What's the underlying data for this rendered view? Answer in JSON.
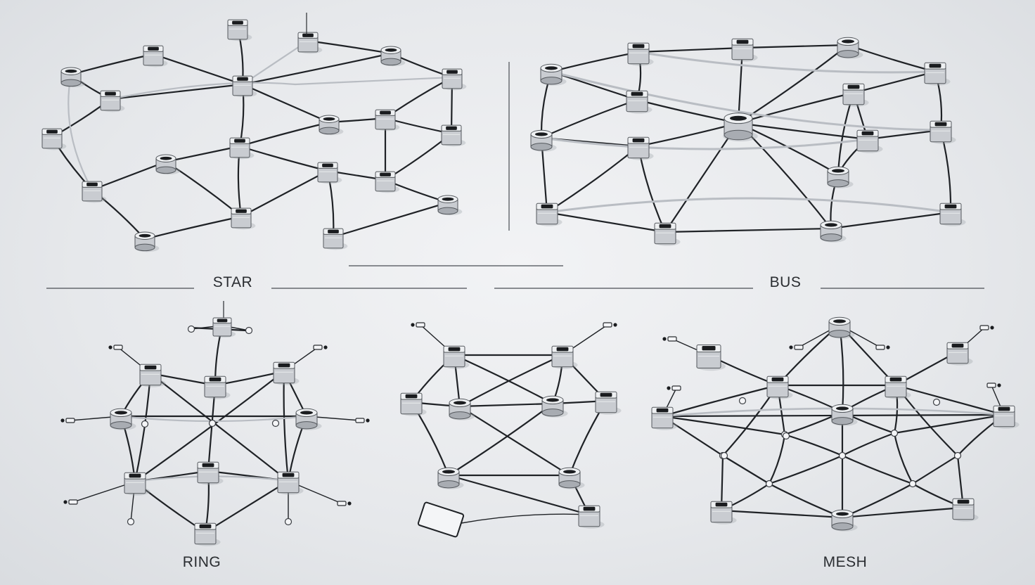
{
  "labels": {
    "star": "STAR",
    "bus": "BUS",
    "ring": "RING",
    "mesh": "MESH"
  },
  "colors": {
    "background": "#e8eaed",
    "cable": "#1f2226",
    "cable_light": "#b9bdc3",
    "node_body": "#c9ccd1",
    "node_top": "#eef0f2",
    "node_port": "#1a1c1f",
    "text": "#2a2d31"
  },
  "panels": [
    {
      "id": "star-network",
      "label_key": "star"
    },
    {
      "id": "bus-network",
      "label_key": "bus"
    },
    {
      "id": "ring-network",
      "label_key": "ring"
    },
    {
      "id": "mesh-network",
      "label_key": "mesh"
    }
  ]
}
